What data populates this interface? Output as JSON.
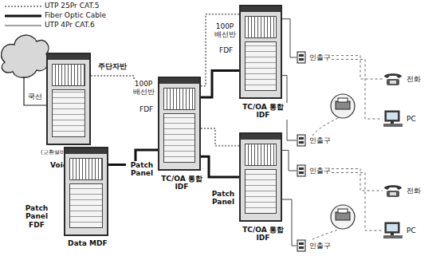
{
  "diagram": {
    "nodes": [
      {
        "text": [
          "주단자반",
          "(교환설비 또는 보호기)",
          "Voice MDF"
        ]
      },
      {
        "text": [
          "Patch Panel FDF",
          "Data MDF"
        ]
      },
      {
        "text": [
          "100P 배선반",
          "FDF",
          "Patch Panel",
          "TC/OA 통합 IDF"
        ]
      },
      {
        "text": [
          "100P 배선반",
          "FDF",
          "TC/OA 통합 IDF"
        ]
      },
      {
        "text": [
          "Patch Panel",
          "TC/OA 통합 IDF"
        ]
      },
      {
        "text": [
          "인출구"
        ]
      },
      {
        "text": [
          "인출구"
        ]
      },
      {
        "text": [
          "인출구"
        ]
      },
      {
        "text": [
          "인출구"
        ]
      },
      {
        "text": [
          "전화"
        ]
      },
      {
        "text": [
          "전화"
        ]
      },
      {
        "text": [
          "PC"
        ]
      },
      {
        "text": [
          "PC"
        ]
      }
    ],
    "edges": [
      {
        "from": 0,
        "to": 2,
        "arrow": "none"
      },
      {
        "from": 1,
        "to": 2,
        "arrow": "none"
      },
      {
        "from": 2,
        "to": 3,
        "arrow": "none"
      },
      {
        "from": 2,
        "to": 3,
        "arrow": "none"
      },
      {
        "from": 2,
        "to": 4,
        "arrow": "none"
      },
      {
        "from": 2,
        "to": 4,
        "arrow": "none"
      },
      {
        "from": 3,
        "to": 5,
        "arrow": "none"
      },
      {
        "from": 3,
        "to": 6,
        "arrow": "none"
      },
      {
        "from": 4,
        "to": 7,
        "arrow": "none"
      },
      {
        "from": 4,
        "to": 8,
        "arrow": "none"
      },
      {
        "from": 5,
        "to": 9,
        "arrow": "none"
      },
      {
        "from": 5,
        "to": 11,
        "arrow": "none"
      },
      {
        "from": 7,
        "to": 10,
        "arrow": "none"
      },
      {
        "from": 7,
        "to": 12,
        "arrow": "none"
      }
    ],
    "labels": [
      "국선"
    ],
    "legend": [
      {
        "text": "UTP 25Pr CAT.5"
      },
      {
        "text": "Fiber Optic Cable"
      },
      {
        "text": "UTP 4Pr CAT.6"
      }
    ]
  }
}
